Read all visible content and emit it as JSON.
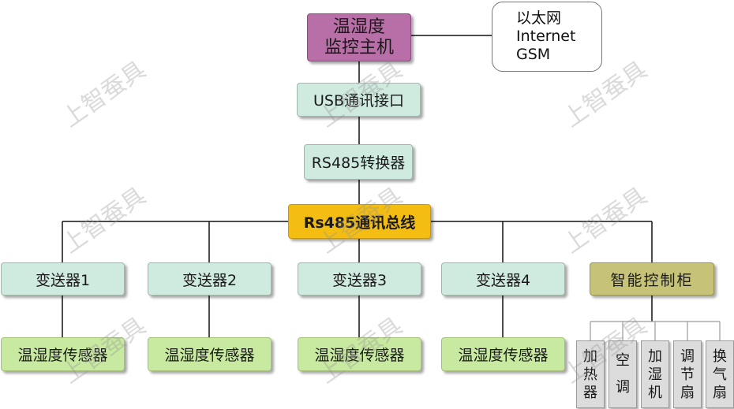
{
  "host": {
    "line1": "温湿度",
    "line2": "监控主机"
  },
  "network": {
    "line1": "以太网",
    "line2": "Internet",
    "line3": "GSM"
  },
  "usb": "USB通讯接口",
  "converter": "RS485转换器",
  "bus": "Rs485通讯总线",
  "transmitters": [
    "变送器1",
    "变送器2",
    "变送器3",
    "变送器4"
  ],
  "cabinet": "智能控制柜",
  "sensors": [
    "温湿度传感器",
    "温湿度传感器",
    "温湿度传感器",
    "温湿度传感器"
  ],
  "actuators": [
    [
      "加",
      "热",
      "器"
    ],
    [
      "空",
      "调"
    ],
    [
      "加",
      "湿",
      "机"
    ],
    [
      "调",
      "节",
      "扇"
    ],
    [
      "换",
      "气",
      "扇"
    ]
  ],
  "watermark": "上智蚕具"
}
